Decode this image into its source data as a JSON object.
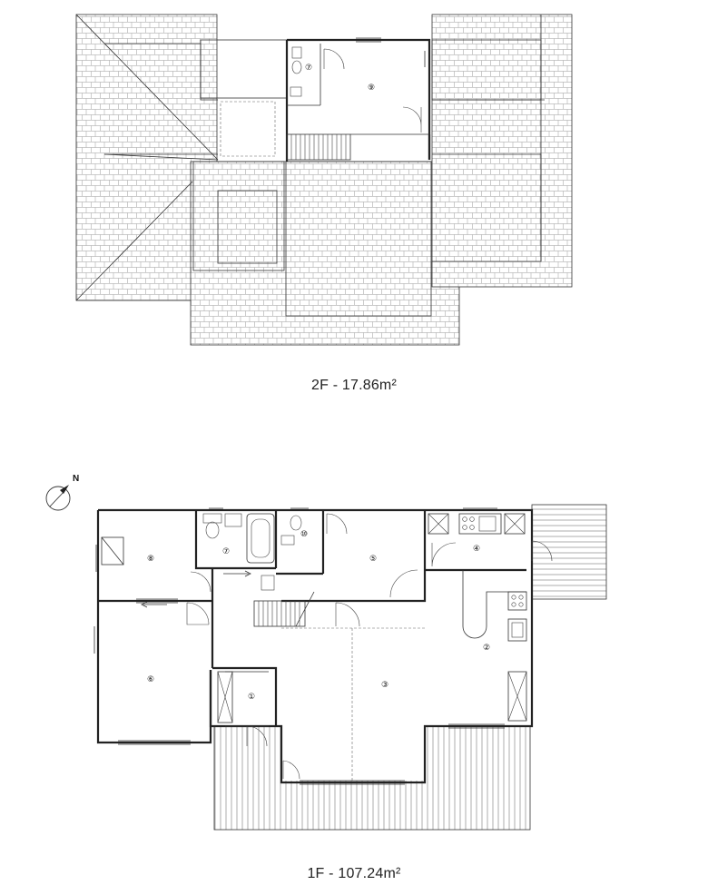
{
  "floors": [
    {
      "caption": "2F - 17.86m²"
    },
    {
      "caption": "1F - 107.24m²"
    }
  ],
  "compass": {
    "label": "N",
    "icon": "north-arrow-icon"
  },
  "rooms_2f": [
    "⑦",
    "⑨"
  ],
  "rooms_1f": [
    "①",
    "②",
    "③",
    "④",
    "⑤",
    "⑥",
    "⑦",
    "⑧",
    "⑩"
  ]
}
